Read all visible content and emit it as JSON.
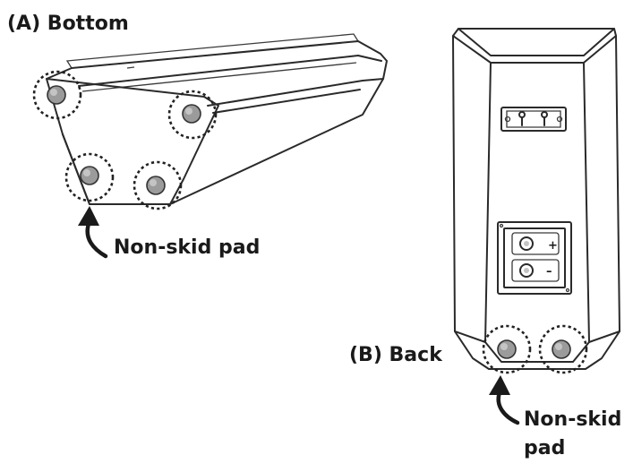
{
  "labels": {
    "bottom_view": "(A) Bottom",
    "back_view": "(B) Back",
    "pad_a": "Non-skid pad",
    "pad_b_line1": "Non-skid",
    "pad_b_line2": "pad",
    "plus": "+",
    "minus": "–"
  },
  "colors": {
    "line": "#2a2a2a",
    "pad_fill": "#9b9b9b",
    "background": "#ffffff"
  }
}
